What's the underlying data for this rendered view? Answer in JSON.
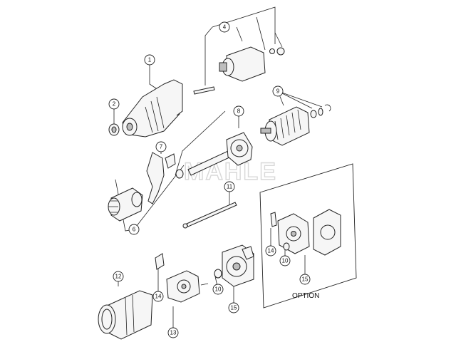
{
  "callouts": [
    "1",
    "2",
    "4",
    "7",
    "8",
    "9",
    "6",
    "11",
    "12",
    "13",
    "14",
    "10",
    "15"
  ],
  "option_label": "OPTION",
  "watermark": "MAHLE",
  "colors": {
    "ink": "#222222",
    "fill": "#f6f6f6",
    "shade": "#bdbdbd",
    "watermark": "#d8d8d8"
  }
}
